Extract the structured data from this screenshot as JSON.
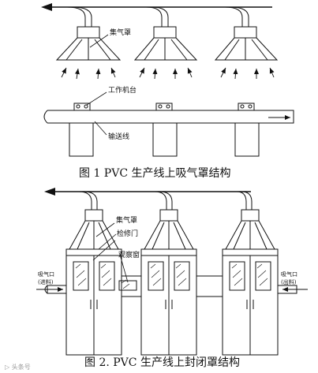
{
  "figure1": {
    "labels": {
      "hood": "集气罩",
      "machine_head": "工作机台",
      "conveyor": "输送线"
    },
    "caption": "图 1   PVC 生产线上吸气罩结构"
  },
  "figure2": {
    "labels": {
      "hood": "集气罩",
      "access_door": "检修门",
      "window": "观察窗",
      "inlet_left": "吸气口",
      "inlet_left_sub": "(进料)",
      "inlet_right": "吸气口",
      "inlet_right_sub": "(出料)"
    },
    "caption": "图 2. PVC 生产线上封闭罩结构"
  },
  "watermark": "▷ 头条号"
}
